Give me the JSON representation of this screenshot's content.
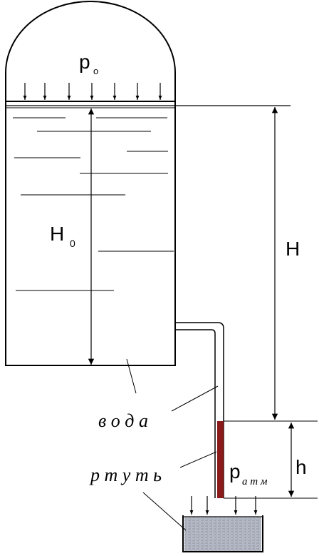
{
  "labels": {
    "p0_main": "p",
    "p0_sub": "o",
    "H0_main": "H",
    "H0_sub": "0",
    "H": "H",
    "h": "h",
    "water": "в о д а",
    "mercury": "р т у т ь",
    "patm_main": "p",
    "patm_sub": "а т м"
  },
  "colors": {
    "ink": "#000000",
    "mercury_column": "#8b1a1a",
    "mercury_pool": "#b8bcc8",
    "background": "#ffffff"
  }
}
